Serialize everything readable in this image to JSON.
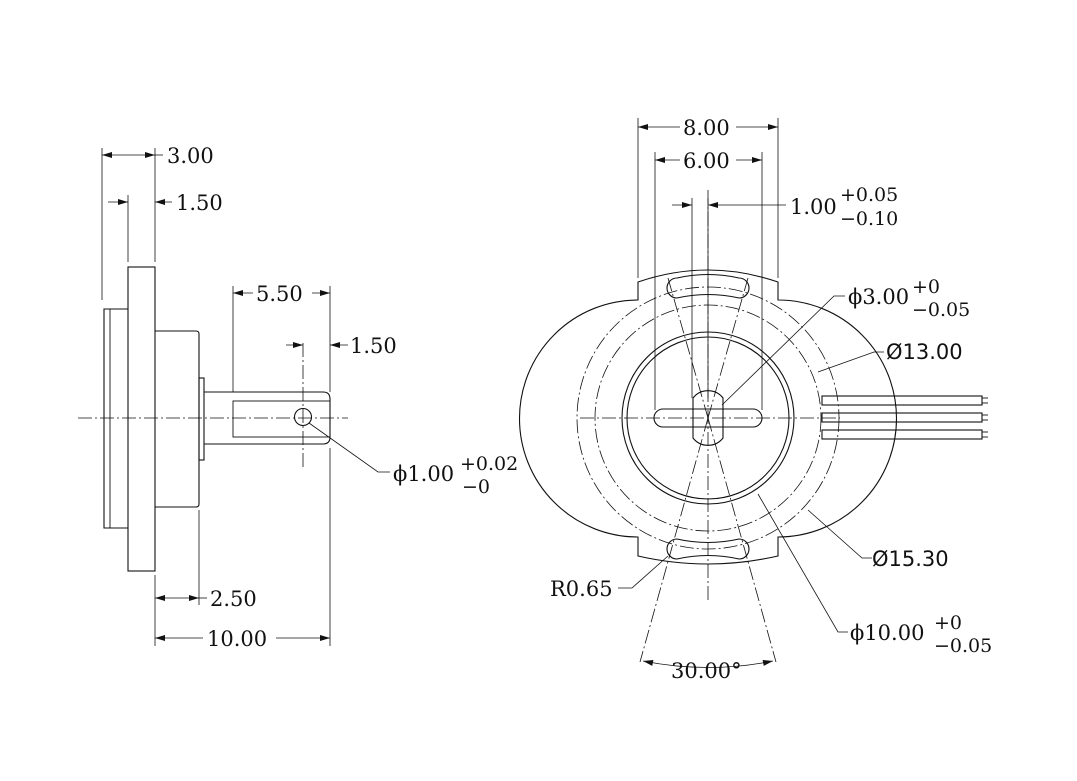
{
  "side_view": {
    "dim_flange_total": "3.00",
    "dim_flange_step": "1.50",
    "dim_shaft_flat": "5.50",
    "dim_hole_offset": "1.50",
    "dim_hole_diameter": "ϕ1.00",
    "dim_hole_tol_upper": "+0.02",
    "dim_hole_tol_lower": "−0",
    "dim_body": "2.50",
    "dim_total_length": "10.00"
  },
  "front_view": {
    "dim_slot_outer": "8.00",
    "dim_slot_inner": "6.00",
    "dim_flat_width": "1.00",
    "dim_flat_tol_upper": "+0.05",
    "dim_flat_tol_lower": "−0.10",
    "dim_bore": "ϕ3.00",
    "dim_bore_tol_upper": "+0",
    "dim_bore_tol_lower": "−0.05",
    "dim_pcd_inner": "Ø13.00",
    "dim_pcd_outer": "Ø15.30",
    "dim_radius": "R0.65",
    "dim_rotor": "ϕ10.00",
    "dim_rotor_tol_upper": "+0",
    "dim_rotor_tol_lower": "−0.05",
    "dim_angle": "30.00°"
  }
}
